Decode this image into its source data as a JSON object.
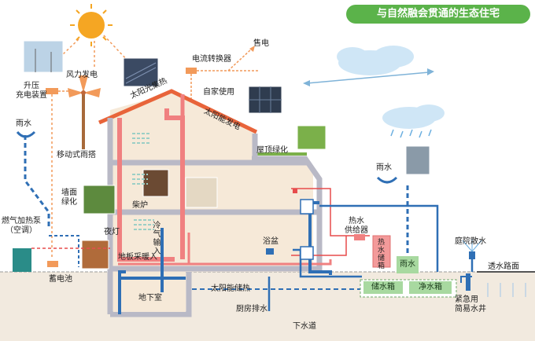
{
  "title": "与自然融会贯通的生态住宅",
  "labels": {
    "boost_charger": "升压\n充电装置",
    "wind_power": "风力发电",
    "solar_collector": "太阳光集热",
    "converter": "电流转换器",
    "sell_power": "售电",
    "self_use": "自家使用",
    "solar_power": "太阳能发电",
    "rain_left": "雨水",
    "rain_right": "雨水",
    "movable_shade": "移动式雨搭",
    "wall_green": "墙面\n绿化",
    "roof_green": "屋顶绿化",
    "wood_stove": "柴炉",
    "gas_heat_pump": "燃气加热泵\n（空调）",
    "night_light": "夜灯",
    "cold_air": "冷气输入",
    "floor_heating": "地板采暖入",
    "battery": "蓄电池",
    "basement": "地下室",
    "solar_storage": "太阳能储热",
    "bathtub": "浴盆",
    "water_heater": "热水\n供给器",
    "hot_tank": "热水储箱",
    "rain_tank": "雨水",
    "storage_tank": "储水箱",
    "clean_tank": "净水箱",
    "garden_sprinkle": "庭院散水",
    "permeable_road": "透水路面",
    "emergency_well": "紧急用\n简易水井",
    "kitchen_drain": "厨房排水",
    "sewer": "下水道"
  },
  "colors": {
    "title_bg": "#5bb34a",
    "wall": "#b9b9c6",
    "interior": "#f6e9d8",
    "roof": "#e8643a",
    "hot_pipe": "#f08080",
    "water_pipe": "#2f6fb5",
    "power_line": "#f29a5a",
    "tank": "#a8d9a0",
    "sun": "#f5a623"
  }
}
